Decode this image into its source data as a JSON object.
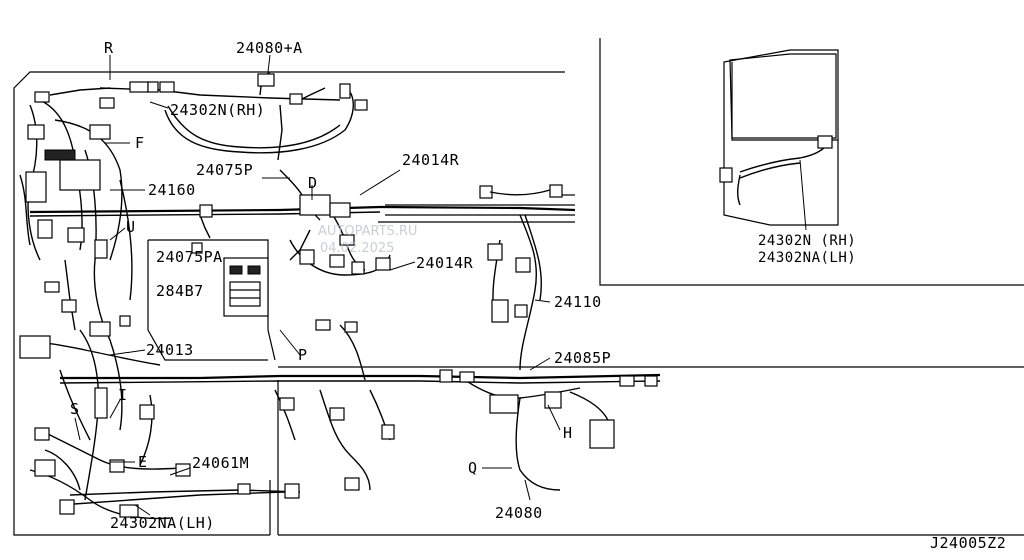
{
  "callouts": {
    "R": "R",
    "p24080A": "24080+A",
    "p24302N_RH": "24302N(RH)",
    "F": "F",
    "p24160": "24160",
    "p24075P": "24075P",
    "D": "D",
    "p24014R_top": "24014R",
    "U": "U",
    "p24075PA": "24075PA",
    "p284B7": "284B7",
    "p24014R_mid": "24014R",
    "p24110": "24110",
    "p24013": "24013",
    "P": "P",
    "p24085P": "24085P",
    "I": "I",
    "S": "S",
    "H": "H",
    "E": "E",
    "p24061M": "24061M",
    "Q": "Q",
    "p24080": "24080",
    "p24302NA_LH": "24302NA(LH)"
  },
  "inset": {
    "label_rh": "24302N (RH)",
    "label_lh": "24302NA(LH)"
  },
  "watermark": {
    "line1": "AUTOPARTS.RU",
    "line2": "04.02.2025"
  },
  "diagram_code": "J24005Z2"
}
